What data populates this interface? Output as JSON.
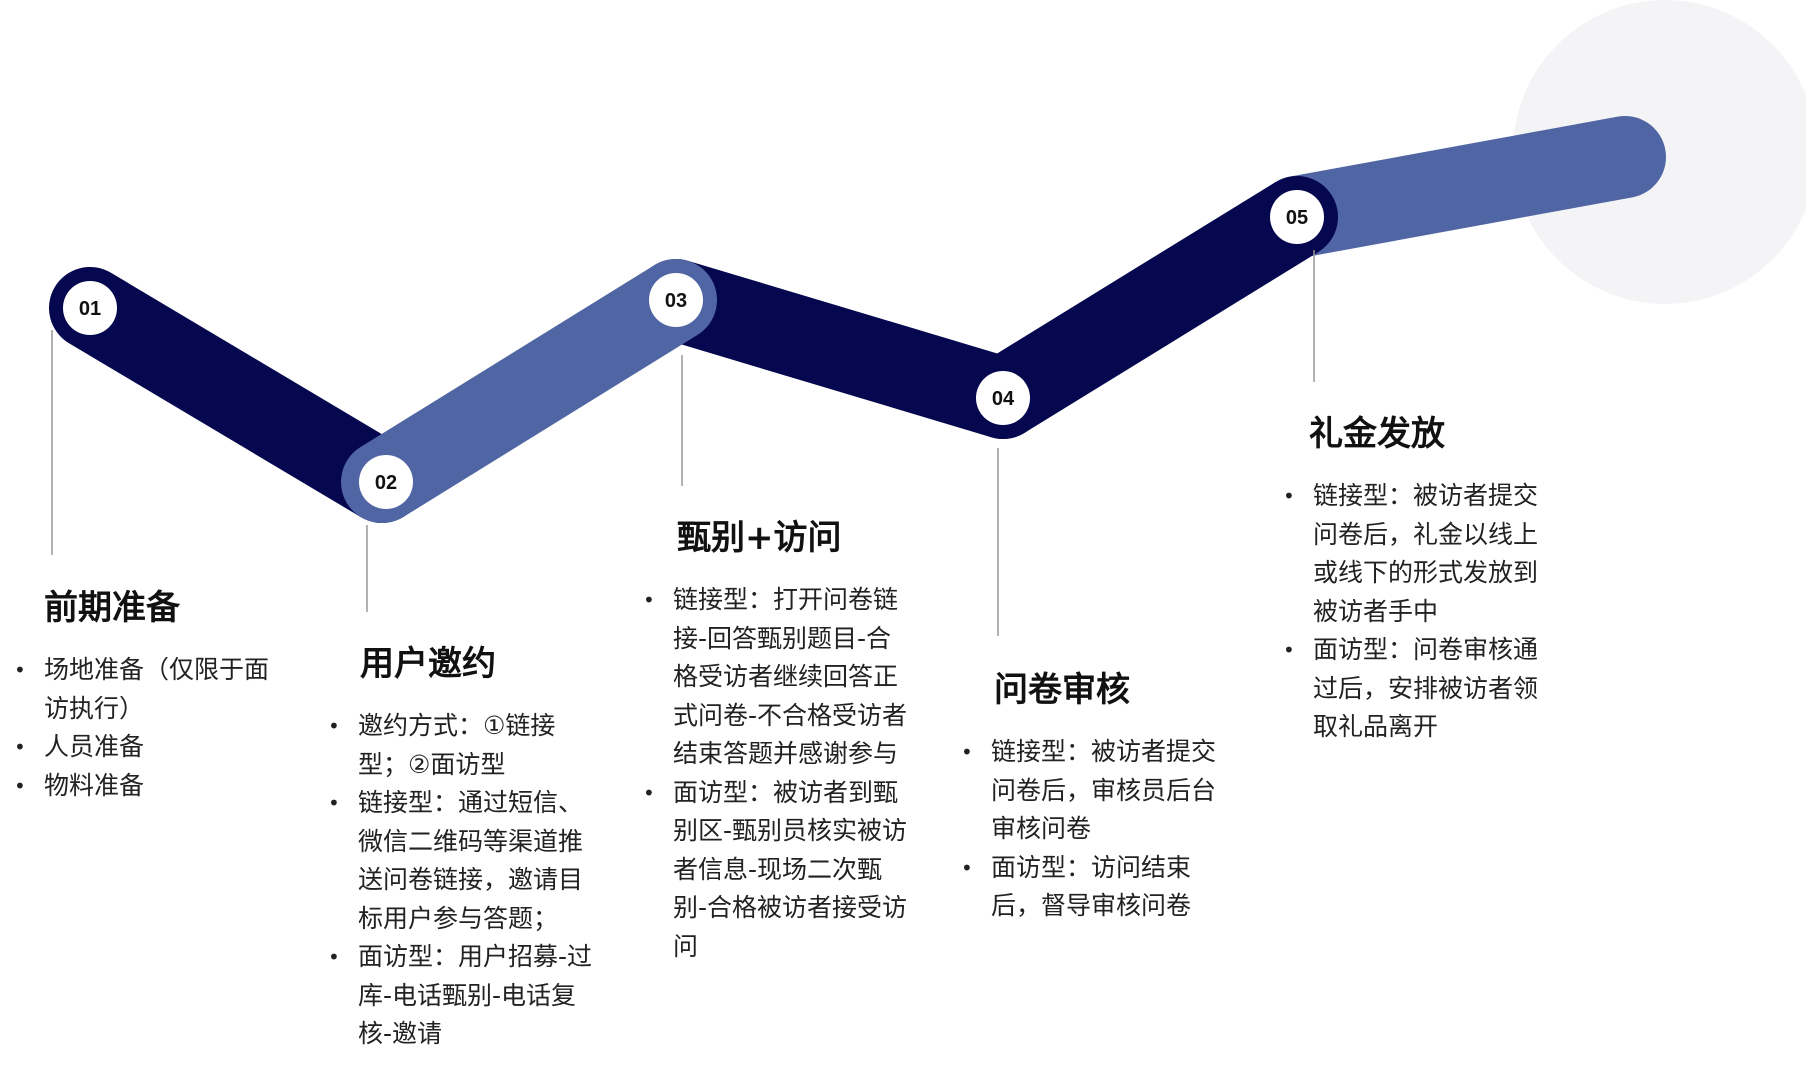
{
  "colors": {
    "dark_navy": "#05074f",
    "mid_blue": "#5065a3",
    "accent_circle": "#f4f4f6",
    "node_fill": "#ffffff",
    "connector": "#999999"
  },
  "steps": [
    {
      "number": "01",
      "title": "前期准备",
      "items": [
        "场地准备（仅限于面访执行）",
        "人员准备",
        "物料准备"
      ]
    },
    {
      "number": "02",
      "title": "用户邀约",
      "items": [
        "邀约方式：①链接型；②面访型",
        "链接型：通过短信、微信二维码等渠道推送问卷链接，邀请目标用户参与答题；",
        "面访型：用户招募-过库-电话甄别-电话复核-邀请"
      ]
    },
    {
      "number": "03",
      "title": "甄别+访问",
      "items": [
        "链接型：打开问卷链接-回答甄别题目-合格受访者继续回答正式问卷-不合格受访者结束答题并感谢参与",
        "面访型：被访者到甄别区-甄别员核实被访者信息-现场二次甄别-合格被访者接受访问"
      ]
    },
    {
      "number": "04",
      "title": "问卷审核",
      "items": [
        "链接型：被访者提交问卷后，审核员后台审核问卷",
        "面访型：访问结束后，督导审核问卷"
      ]
    },
    {
      "number": "05",
      "title": "礼金发放",
      "items": [
        "链接型：被访者提交问卷后，礼金以线上或线下的形式发放到被访者手中",
        "面访型：问卷审核通过后，安排被访者领取礼品离开"
      ]
    }
  ]
}
